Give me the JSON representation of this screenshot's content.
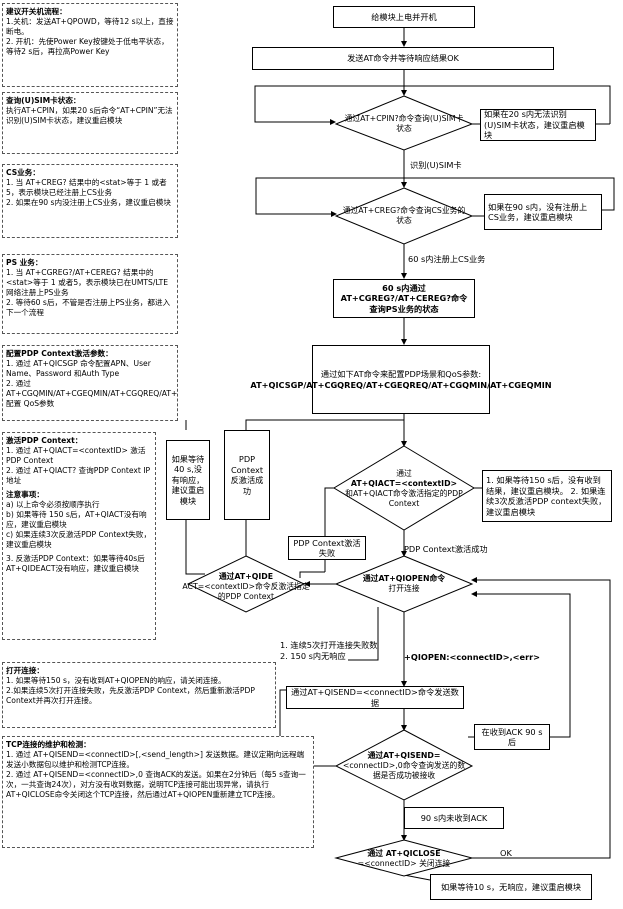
{
  "notes": {
    "power": {
      "title": "建议开关机流程：",
      "lines": [
        "1.关机：发送AT+QPOWD，等待12 s以上，直接断电。",
        "2. 开机：先使Power Key按键处于低电平状态，等待2 s后，再拉高Power Key"
      ]
    },
    "sim": {
      "title": "查询(U)SIM卡状态：",
      "lines": [
        "执行AT+CPIN，如果20 s后命令“AT+CPIN”无法识别(U)SIM卡状态，建议重启模块"
      ]
    },
    "cs": {
      "title": "CS业务：",
      "lines": [
        "1. 当 AT+CREG? 结果中的<stat>等于 1 或者5，表示模块已经注册上CS业务",
        "2. 如果在90 s内没注册上CS业务，建议重启模块"
      ]
    },
    "ps": {
      "title": "PS 业务：",
      "lines": [
        "1. 当 AT+CGREG?/AT+CEREG? 结果中的<stat>等于 1 或者5，表示模块已在UMTS/LTE网络注册上PS业务",
        "2. 等待60 s后，不管是否注册上PS业务，都进入下一个流程"
      ]
    },
    "pdp_cfg": {
      "title": "配置PDP Context激活参数：",
      "lines": [
        "1. 通过 AT+QICSGP 命令配置APN、User Name、Password 和Auth Type",
        "2. 通过 AT+CGQMIN/AT+CGEQMIN/AT+CGQREQ/AT+CGEQREQ 配置 QoS参数"
      ]
    },
    "pdp_act": {
      "title": "激活PDP Context：",
      "lines": [
        "1. 通过 AT+QIACT=<contextID> 激活PDP Context",
        "2. 通过 AT+QIACT? 查询PDP Context IP地址"
      ],
      "title2": "注意事项：",
      "lines2": [
        "a) 以上命令必须按顺序执行",
        "b) 如果等待 150 s后，AT+QIACT没有响应，建议重启模块",
        "c) 如果连续3次反激活PDP Context失败，建议重启模块",
        "3. 反激活PDP Context：如果等待40s后AT+QIDEACT没有响应，建议重启模块"
      ]
    },
    "open": {
      "title": "打开连接：",
      "lines": [
        "1. 如果等待150 s，没有收到AT+QIOPEN的响应，请关闭连接。",
        "2.如果连续5次打开连接失败，先反激活PDP Context，然后重新激活PDP Context并再次打开连接。"
      ]
    },
    "tcp": {
      "title": "TCP连接的维护和检测：",
      "lines": [
        "1. 通过 AT+QISEND=<connectID>[,<send_length>] 发送数据。建议定期向远程端发送小数据包以维护和检测TCP连接。",
        "2. 通过 AT+QISEND=<connectID>,0 查询ACK的发送。如果在2分钟后（每5 s查询一次，一共查询24次），对方没有收到数据，说明TCP连接可能出现异常，请执行AT+QICLOSE命令关闭这个TCP连接，然后通过AT+QIOPEN重新建立TCP连接。"
      ]
    }
  },
  "flow": {
    "power_on": "给模块上电并开机",
    "send_at": "发送AT命令并等待响应结果OK",
    "cpin_q": "通过AT+CPIN?命令查询(U)SIM卡状态",
    "cpin_fail": "如果在20 s内无法识别(U)SIM卡状态，建议重启模块",
    "sim_ok": "识别(U)SIM卡",
    "creg_q": "通过AT+CREG?命令查询CS业务的状态",
    "creg_fail": "如果在90 s内，没有注册上CS业务，建议重启模块",
    "cs_ok": "60 s内注册上CS业务",
    "ps_line1": "60 s内通过",
    "ps_line2": "AT+CGREG?/AT+CEREG?命令查询PS业务的状态",
    "cfg_line1": "通过如下AT命令来配置PDP场景和QoS参数:",
    "cfg_line2": "AT+QICSGP/AT+CGQREQ/AT+CGEQREQ/AT+CGQMIN/AT+CGEQMIN",
    "qiact_q1": "通过",
    "qiact_q2": "AT+QIACT=<contextID>",
    "qiact_q3": "和AT+QIACT命令激活指定的PDP Context",
    "qiact_fail": "1. 如果等待150 s后，没有收到结果，建议重启模块。 2. 如果连续3次反激活PDP context失败，建议重启模块",
    "pdp_fail": "PDP Context激活失败",
    "pdp_ok": "PDP Context激活成功",
    "wait40": "如果等待40 s,没有响应，建议重启模块",
    "deact_ok": "PDP Context 反激活成功",
    "qideact_1": "通过AT+QIDE",
    "qideact_2": "ACT=<contextID>命令反激活指定的PDP Context",
    "qiopen_q1": "通过AT+QIOPEN命令",
    "qiopen_q2": "打开连接",
    "open_fail_1": "1. 连续5次打开连接失败数",
    "open_fail_2": "2. 150 s内无响应",
    "qiopen_urc": "+QIOPEN:<connectID>,<err>",
    "qisend": "通过AT+QISEND=<connectID>命令发送数据",
    "ack_recv": "在收到ACK 90 s后",
    "qisend0_1": "通过AT+QISEND=",
    "qisend0_2": "<connectID>,0命令查询发送的数据是否成功被接收",
    "ack_none": "90 s内未收到ACK",
    "qiclose_1": "通过 AT+QICLOSE",
    "qiclose_2": "=<connectID> 关闭连接",
    "close_ok": "OK",
    "close_fail": "如果等待10 s，无响应，建议重启模块"
  }
}
